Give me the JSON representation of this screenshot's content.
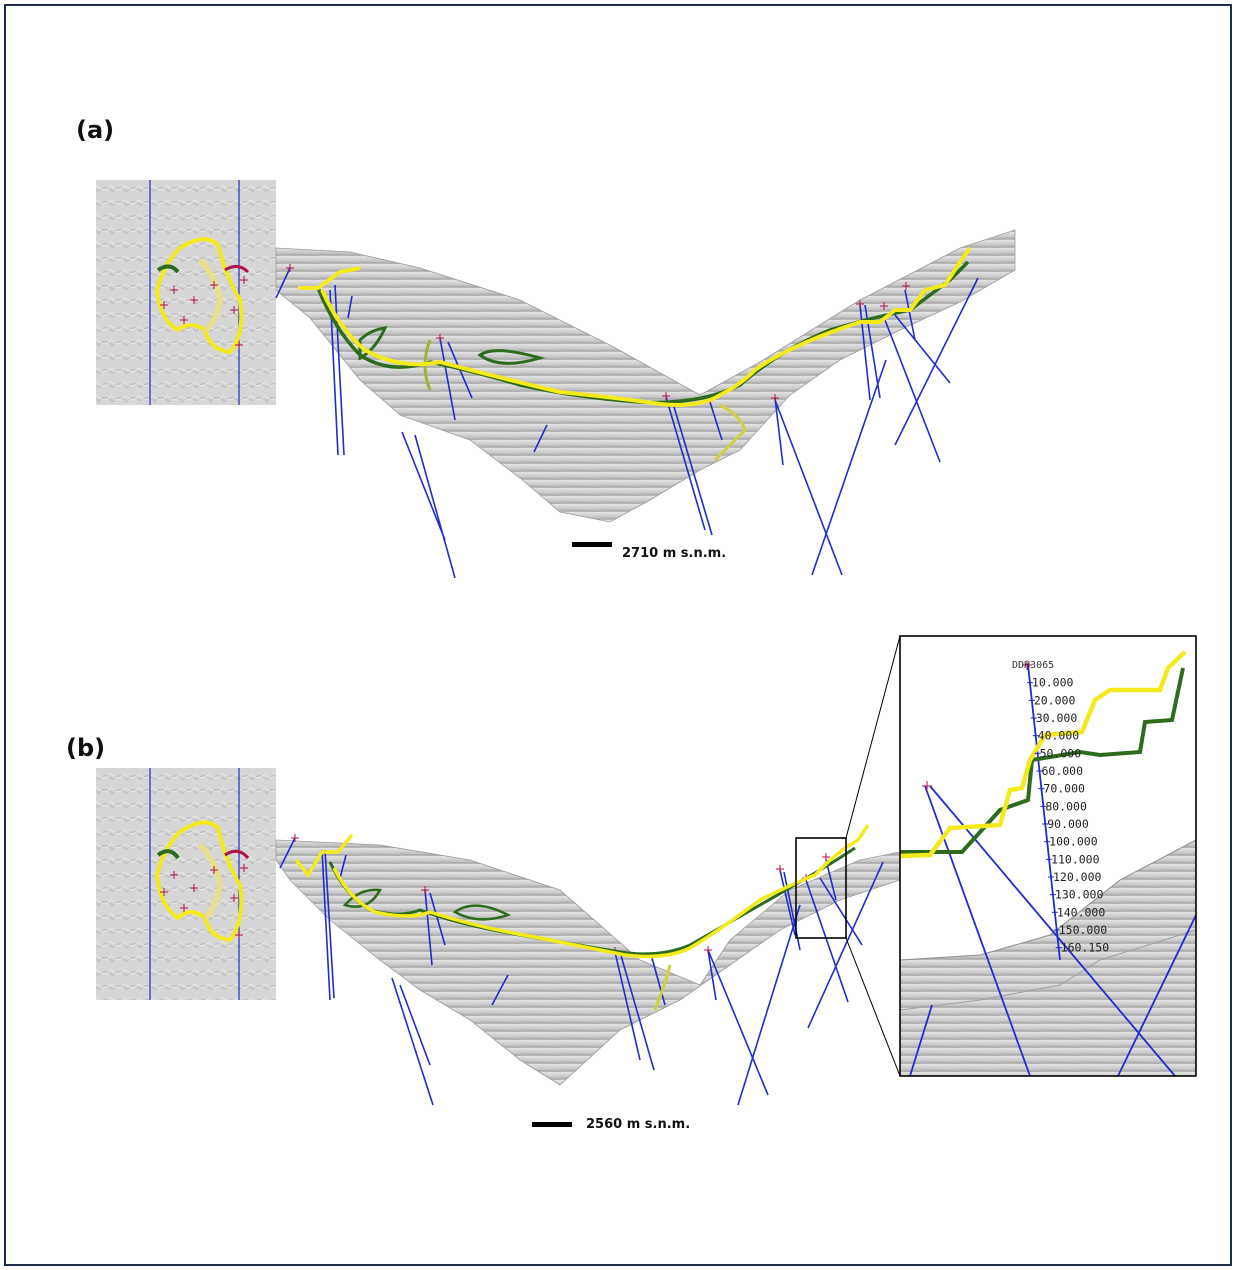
{
  "panels": [
    {
      "label": "(a)",
      "elevation": "2710 m s.n.m."
    },
    {
      "label": "(b)",
      "elevation": "2560 m s.n.m."
    }
  ],
  "inset": {
    "hole_id": "DDH3065",
    "depths": [
      "10.000",
      "20.000",
      "30.000",
      "40.000",
      "50.000",
      "60.000",
      "70.000",
      "80.000",
      "90.000",
      "100.000",
      "110.000",
      "120.000",
      "130.000",
      "140.000",
      "150.000",
      "160.150"
    ]
  },
  "colors": {
    "frame": "#1f2d4d",
    "drillhole": "#1f2ccf",
    "yellow_contour": "#f2ea1a",
    "green_contour": "#2e6b1e",
    "terrain": "#c9c9c9",
    "collar_marker": "#b0124a"
  }
}
